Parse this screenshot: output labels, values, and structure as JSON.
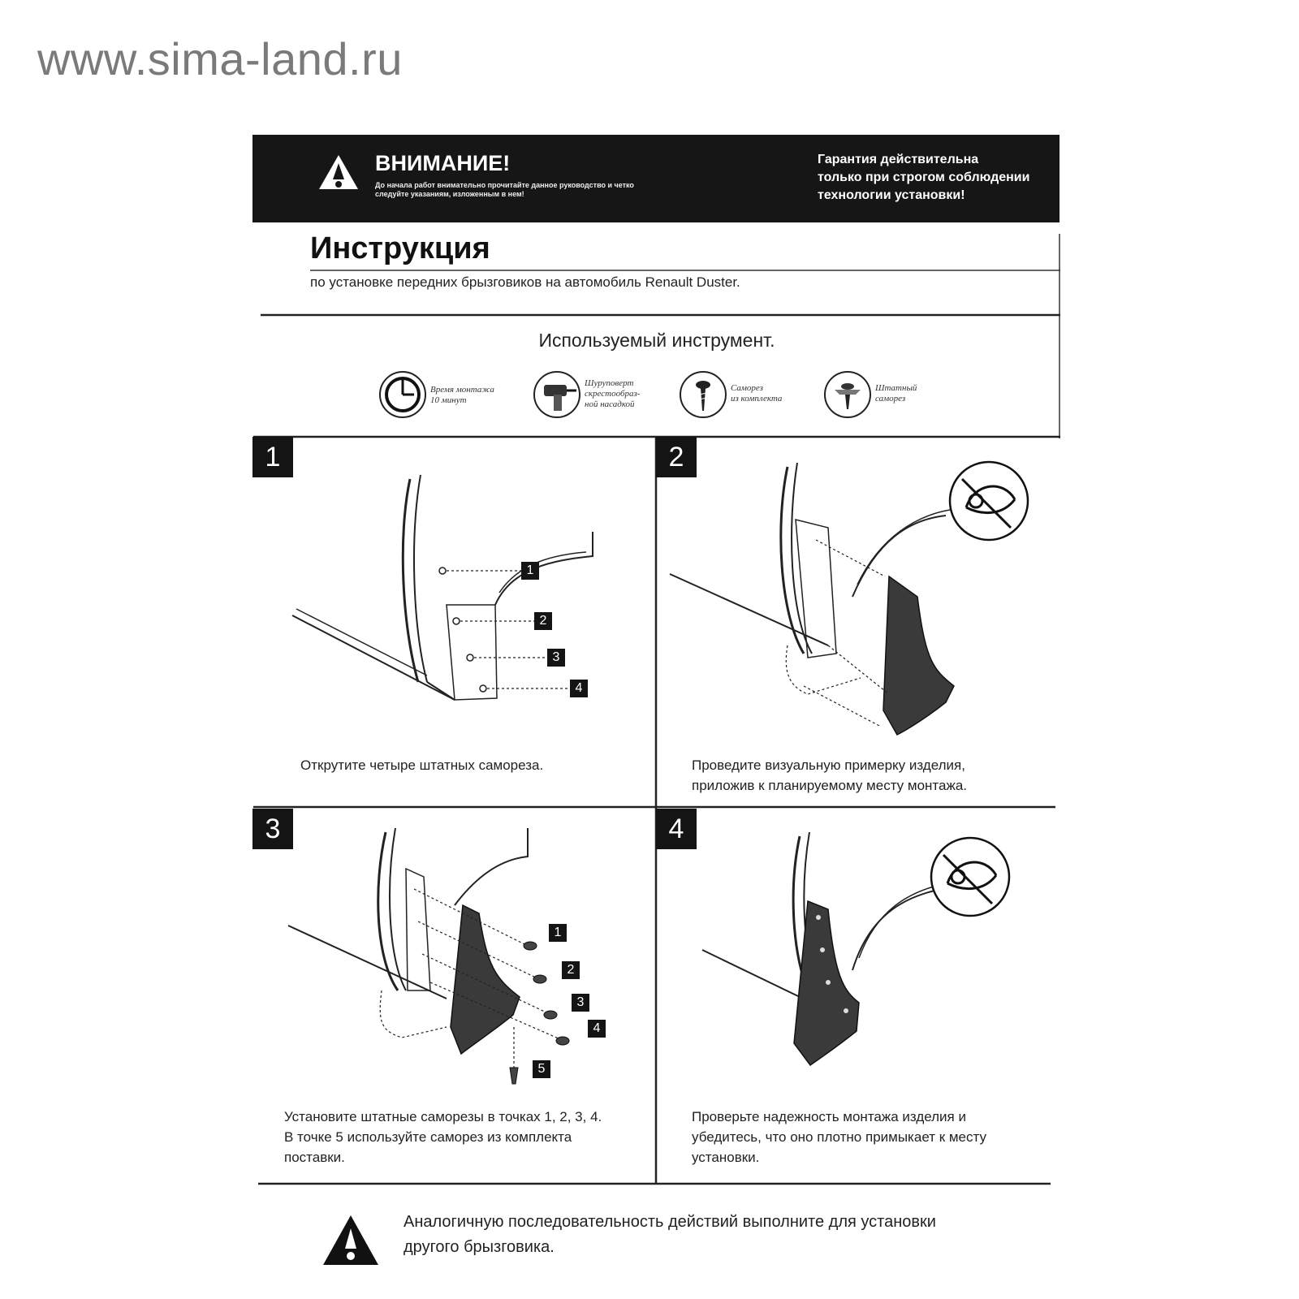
{
  "watermark": "www.sima-land.ru",
  "banner": {
    "warning_title": "ВНИМАНИЕ!",
    "warning_text": "До начала работ внимательно прочитайте данное руководство и четко следуйте указаниям, изложенным в нем!",
    "guarantee": "Гарантия действительна\nтолько при строгом соблюдении\nтехнологии установки!"
  },
  "header": {
    "title": "Инструкция",
    "subtitle": "по установке передних брызговиков на автомобиль Renault Duster."
  },
  "tools": {
    "title": "Используемый инструмент.",
    "items": [
      {
        "label": "Время монтажа\n10 минут",
        "icon": "clock-icon"
      },
      {
        "label": "Шуруповерт\nскрестообраз-\nной насадкой",
        "icon": "screwdriver-icon"
      },
      {
        "label": "Саморез\nиз комплекта",
        "icon": "screw-icon"
      },
      {
        "label": "Штатный\nсаморез",
        "icon": "clip-screw-icon"
      }
    ]
  },
  "steps": [
    {
      "number": "1",
      "caption": "Открутите четыре штатных самореза.",
      "callouts": [
        "1",
        "2",
        "3",
        "4"
      ]
    },
    {
      "number": "2",
      "caption": "Проведите визуальную примерку изделия,\nприложив к планируемому месту монтажа."
    },
    {
      "number": "3",
      "caption": "Установите штатные саморезы в точках 1, 2, 3, 4.\nВ точке 5 используйте саморез из комплекта\nпоставки.",
      "callouts": [
        "1",
        "2",
        "3",
        "4",
        "5"
      ]
    },
    {
      "number": "4",
      "caption": "Проверьте надежность монтажа изделия и\nубедитесь, что оно плотно примыкает к месту\nустановки."
    }
  ],
  "footer": {
    "note": "Аналогичную последовательность действий выполните для установки другого брызговика."
  },
  "colors": {
    "banner": "#161616",
    "text": "#1a1a1a",
    "watermark": "#7a7a7a"
  }
}
